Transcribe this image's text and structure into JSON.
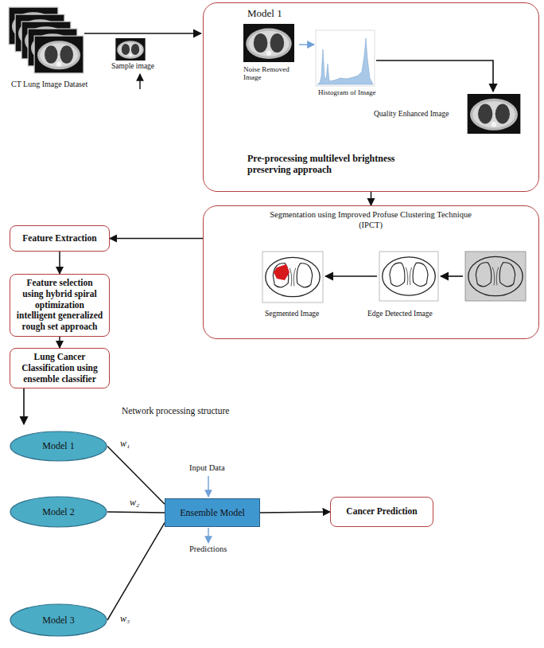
{
  "diagram": {
    "nodes": [
      {
        "text": [
          "Model 1",
          "Pre-processing multilevel brightness preserving approach"
        ]
      },
      {
        "text": [
          "Segmentation using Improved Profuse Clustering Technique (IPCT)"
        ]
      },
      {
        "text": [
          "Feature Extraction"
        ]
      },
      {
        "text": [
          "Feature selection using hybrid spiral optimization intelligent generalized rough set approach"
        ]
      },
      {
        "text": [
          "Lung Cancer Classification using ensemble classifier"
        ]
      },
      {
        "text": [
          "Model 1"
        ]
      },
      {
        "text": [
          "Model 2"
        ]
      },
      {
        "text": [
          "Model 3"
        ]
      },
      {
        "text": [
          "Ensemble Model"
        ]
      },
      {
        "text": [
          "Cancer Prediction"
        ]
      }
    ],
    "edges": [
      {
        "from": 0,
        "to": 1,
        "arrow": "to"
      },
      {
        "from": 1,
        "to": 2,
        "arrow": "to"
      },
      {
        "from": 2,
        "to": 3,
        "arrow": "to"
      },
      {
        "from": 3,
        "to": 4,
        "arrow": "to"
      },
      {
        "from": 5,
        "to": 8,
        "label": "w₁",
        "arrow": "none"
      },
      {
        "from": 6,
        "to": 8,
        "label": "w₂",
        "arrow": "none"
      },
      {
        "from": 7,
        "to": 8,
        "label": "w₃",
        "arrow": "none"
      },
      {
        "from": 8,
        "to": 9,
        "arrow": "to"
      }
    ],
    "labels": [
      "CT Lung Image Dataset",
      "Sample image",
      "Noise Removed Image",
      "Histogram of Image",
      "Quality Enhanced Image",
      "Segmented Image",
      "Edge Detected Image",
      "Network processing structure",
      "Input Data",
      "Predictions"
    ]
  }
}
